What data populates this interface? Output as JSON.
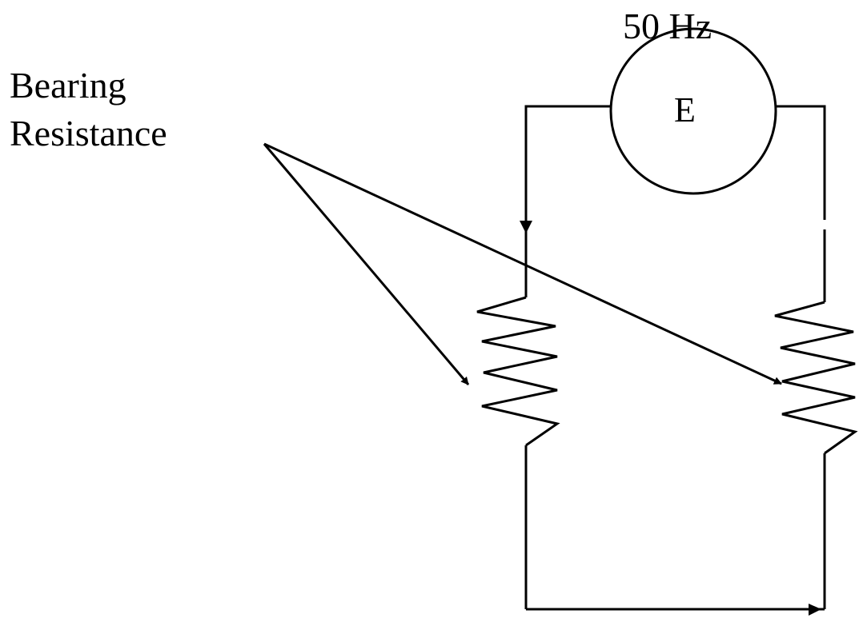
{
  "source": {
    "frequency": "50 Hz",
    "symbol": "E"
  },
  "annotation": {
    "line1": "Bearing",
    "line2": "Resistance"
  },
  "colors": {
    "stroke": "#000000",
    "background": "#ffffff"
  }
}
